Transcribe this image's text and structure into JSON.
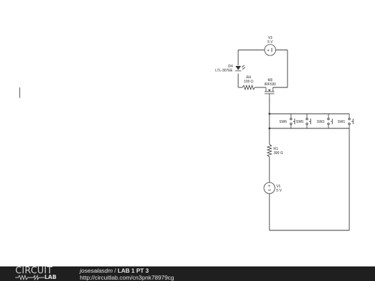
{
  "schematic": {
    "v3": {
      "name": "V3",
      "value": "5 V"
    },
    "d4": {
      "name": "D4",
      "value": "LTL-307EE"
    },
    "r4": {
      "name": "R4",
      "value": "100 Ω"
    },
    "m3": {
      "name": "M3",
      "value": "IRF530"
    },
    "r1": {
      "name": "R1",
      "value": "300 Ω"
    },
    "v1": {
      "name": "V1",
      "value": "5 V"
    },
    "switches": [
      "SW6",
      "SW5",
      "SW3",
      "SW1"
    ]
  },
  "footer": {
    "logo_top": "CIRCUIT",
    "logo_bottom": "LAB",
    "user": "josesalasdm",
    "separator": " / ",
    "title": "LAB 1 PT 3",
    "url": "http://circuitlab.com/cn3pnk78979cg"
  }
}
